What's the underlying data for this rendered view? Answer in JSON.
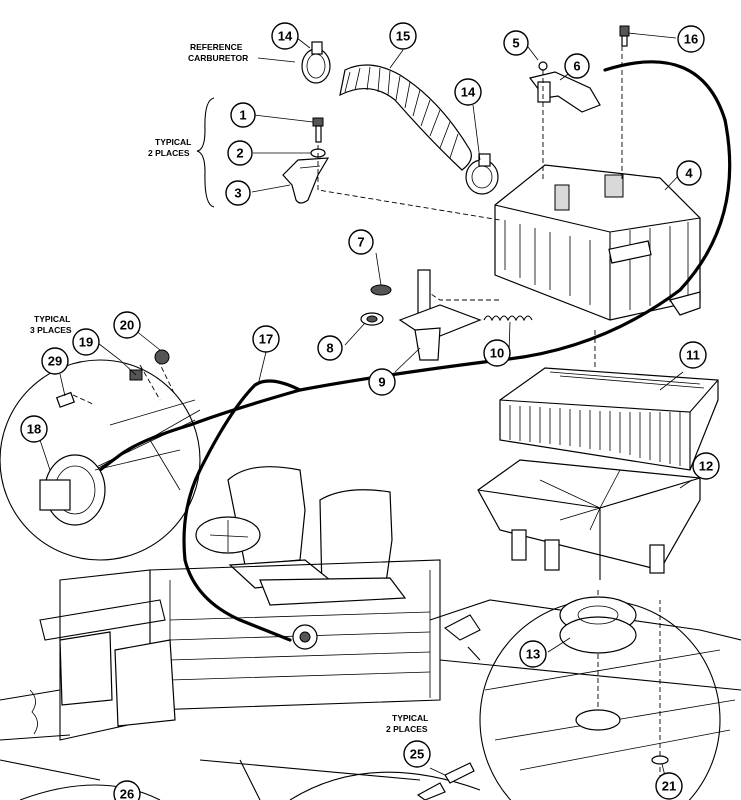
{
  "labels": {
    "reference_carburetor": [
      "REFERENCE",
      "CARBURETOR"
    ],
    "typical_2_places_top": [
      "TYPICAL",
      "2 PLACES"
    ],
    "typical_3_places": [
      "TYPICAL",
      "3 PLACES"
    ],
    "typical_2_places_bottom": [
      "TYPICAL",
      "2 PLACES"
    ]
  },
  "callouts": [
    "1",
    "2",
    "3",
    "4",
    "5",
    "6",
    "7",
    "8",
    "9",
    "10",
    "11",
    "12",
    "13",
    "14",
    "14",
    "15",
    "16",
    "17",
    "18",
    "19",
    "20",
    "21",
    "25",
    "26",
    "29"
  ]
}
